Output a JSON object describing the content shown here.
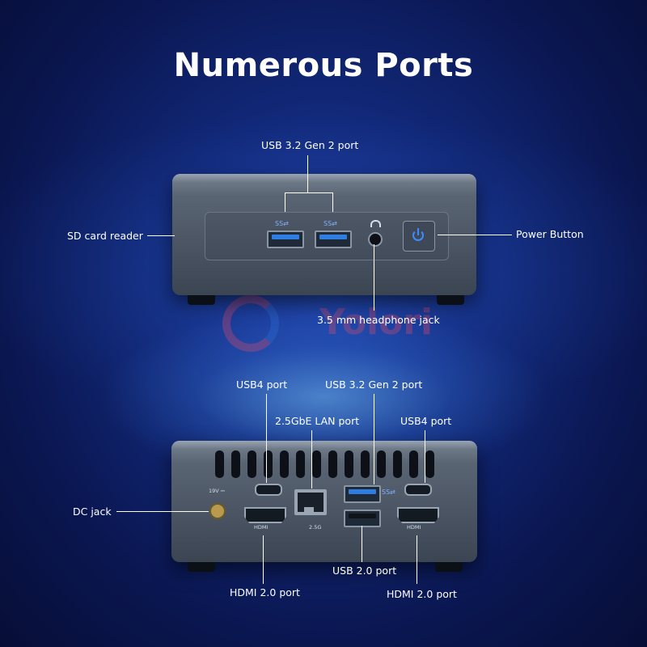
{
  "title": "Numerous Ports",
  "watermark": "Yolori",
  "front": {
    "usb32_label": "USB 3.2 Gen 2 port",
    "sd_label": "SD card reader",
    "power_label": "Power Button",
    "headphone_label": "3.5 mm headphone jack",
    "usb_icon_text": "SS⇄"
  },
  "back": {
    "usb4_left_label": "USB4 port",
    "usb32_label": "USB 3.2 Gen 2 port",
    "lan_label": "2.5GbE LAN port",
    "usb4_right_label": "USB4 port",
    "dc_label": "DC jack",
    "hdmi_left_label": "HDMI 2.0 port",
    "usb20_label": "USB 2.0 port",
    "hdmi_right_label": "HDMI 2.0 port",
    "hdmi_mark": "HDMI",
    "dc_mark": "19V ⎓",
    "lan_mark": "2.5G"
  },
  "colors": {
    "background": "#0a1650",
    "accent": "#2f7de0",
    "text": "#ffffff"
  }
}
